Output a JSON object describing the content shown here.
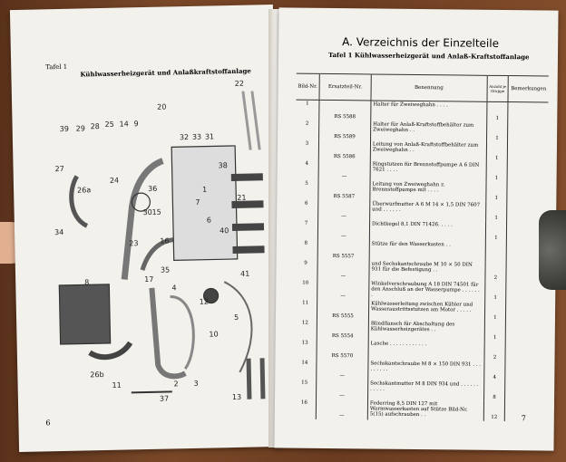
{
  "left": {
    "tafel": "Tafel 1",
    "title": "Kühlwasserheizgerät und Anlaßkraftstoffanlage",
    "page_number": "6",
    "callouts": [
      "39",
      "29",
      "28",
      "25",
      "14",
      "9",
      "20",
      "22",
      "32",
      "33",
      "31",
      "38",
      "27",
      "26a",
      "24",
      "36",
      "1",
      "7",
      "15",
      "30",
      "21",
      "34",
      "16",
      "40",
      "23",
      "6",
      "35",
      "41",
      "8",
      "17",
      "4",
      "12",
      "5",
      "10",
      "26b",
      "11",
      "2",
      "3",
      "37",
      "13"
    ]
  },
  "right": {
    "title": "A. Verzeichnis der Einzelteile",
    "subtitle": "Tafel 1  Kühlwasserheizgerät und Anlaß-Kraftstoffanlage",
    "page_number": "7",
    "columns": [
      "Bild-Nr.",
      "Ersatzteil-Nr.",
      "Benennung",
      "Anzahl je Gruppe",
      "Bemerkungen"
    ],
    "rows": [
      {
        "nr": "1",
        "ersatz": "RS 5588",
        "benennung": "Halter für Zweiweghahn . . . .",
        "anzahl": "1"
      },
      {
        "nr": "2",
        "ersatz": "RS 5589",
        "benennung": "Halter für Anlaß-Kraftstoffbehälter zum Zweiweghahn . .",
        "anzahl": "1"
      },
      {
        "nr": "3",
        "ersatz": "RS 5586",
        "benennung": "Leitung von Anlaß-Kraftstoffbehälter zum Zweiweghahn . .",
        "anzahl": "1"
      },
      {
        "nr": "4",
        "ersatz": "—",
        "benennung": "Ringstutzen für Brennstoffpumpe A 6 DIN 7621 . . . .",
        "anzahl": "1"
      },
      {
        "nr": "5",
        "ersatz": "RS 5587",
        "benennung": "Leitung von Zweiweghahn z. Brennstoffpumpe mit . . . .",
        "anzahl": "1"
      },
      {
        "nr": "6",
        "ersatz": "—",
        "benennung": "Überwurfmutter A 6 M 14 × 1,5 DIN 7607 und . . . . . .",
        "anzahl": "1"
      },
      {
        "nr": "7",
        "ersatz": "—",
        "benennung": "Dichtkegel 8,1 DIN 71426. . . . .",
        "anzahl": "1"
      },
      {
        "nr": "8",
        "ersatz": "RS 5557",
        "benennung": "Stütze für den Wasserkasten . .",
        "anzahl": ""
      },
      {
        "nr": "9",
        "ersatz": "—",
        "benennung": "und Sechskantschraube M 10 × 50 DIN 931 für die Befestigung . .",
        "anzahl": "2"
      },
      {
        "nr": "10",
        "ersatz": "—",
        "benennung": "Winkelverschraubung A 18 DIN 74501 für den Anschluß an der Wasserpumpe . . . . . . .",
        "anzahl": "1"
      },
      {
        "nr": "11",
        "ersatz": "RS 5555",
        "benennung": "Kühlwasserleitung zwischen Kühler und Wasseraustrittsstutzen am Motor . . . . .",
        "anzahl": "1"
      },
      {
        "nr": "12",
        "ersatz": "RS 5554",
        "benennung": "Blindflansch für Abschaltung des Kühlwasserheizgerätes . .",
        "anzahl": "1"
      },
      {
        "nr": "13",
        "ersatz": "RS 5570",
        "benennung": "Lasche . . . . . . . . . . . .",
        "anzahl": "2"
      },
      {
        "nr": "14",
        "ersatz": "—",
        "benennung": "Sechskantschraube M 8 × 150 DIN 931 . . . . . . . . .",
        "anzahl": "4"
      },
      {
        "nr": "15",
        "ersatz": "—",
        "benennung": "Sechskantmutter M 8 DIN 934 und . . . . . . . . . . .",
        "anzahl": "8"
      },
      {
        "nr": "16",
        "ersatz": "—",
        "benennung": "Federring 8,5 DIN 127 mit Warmwasserkasten auf Stütze Bild-Nr. 5(15) aufschrauben . .",
        "anzahl": "12"
      }
    ]
  }
}
